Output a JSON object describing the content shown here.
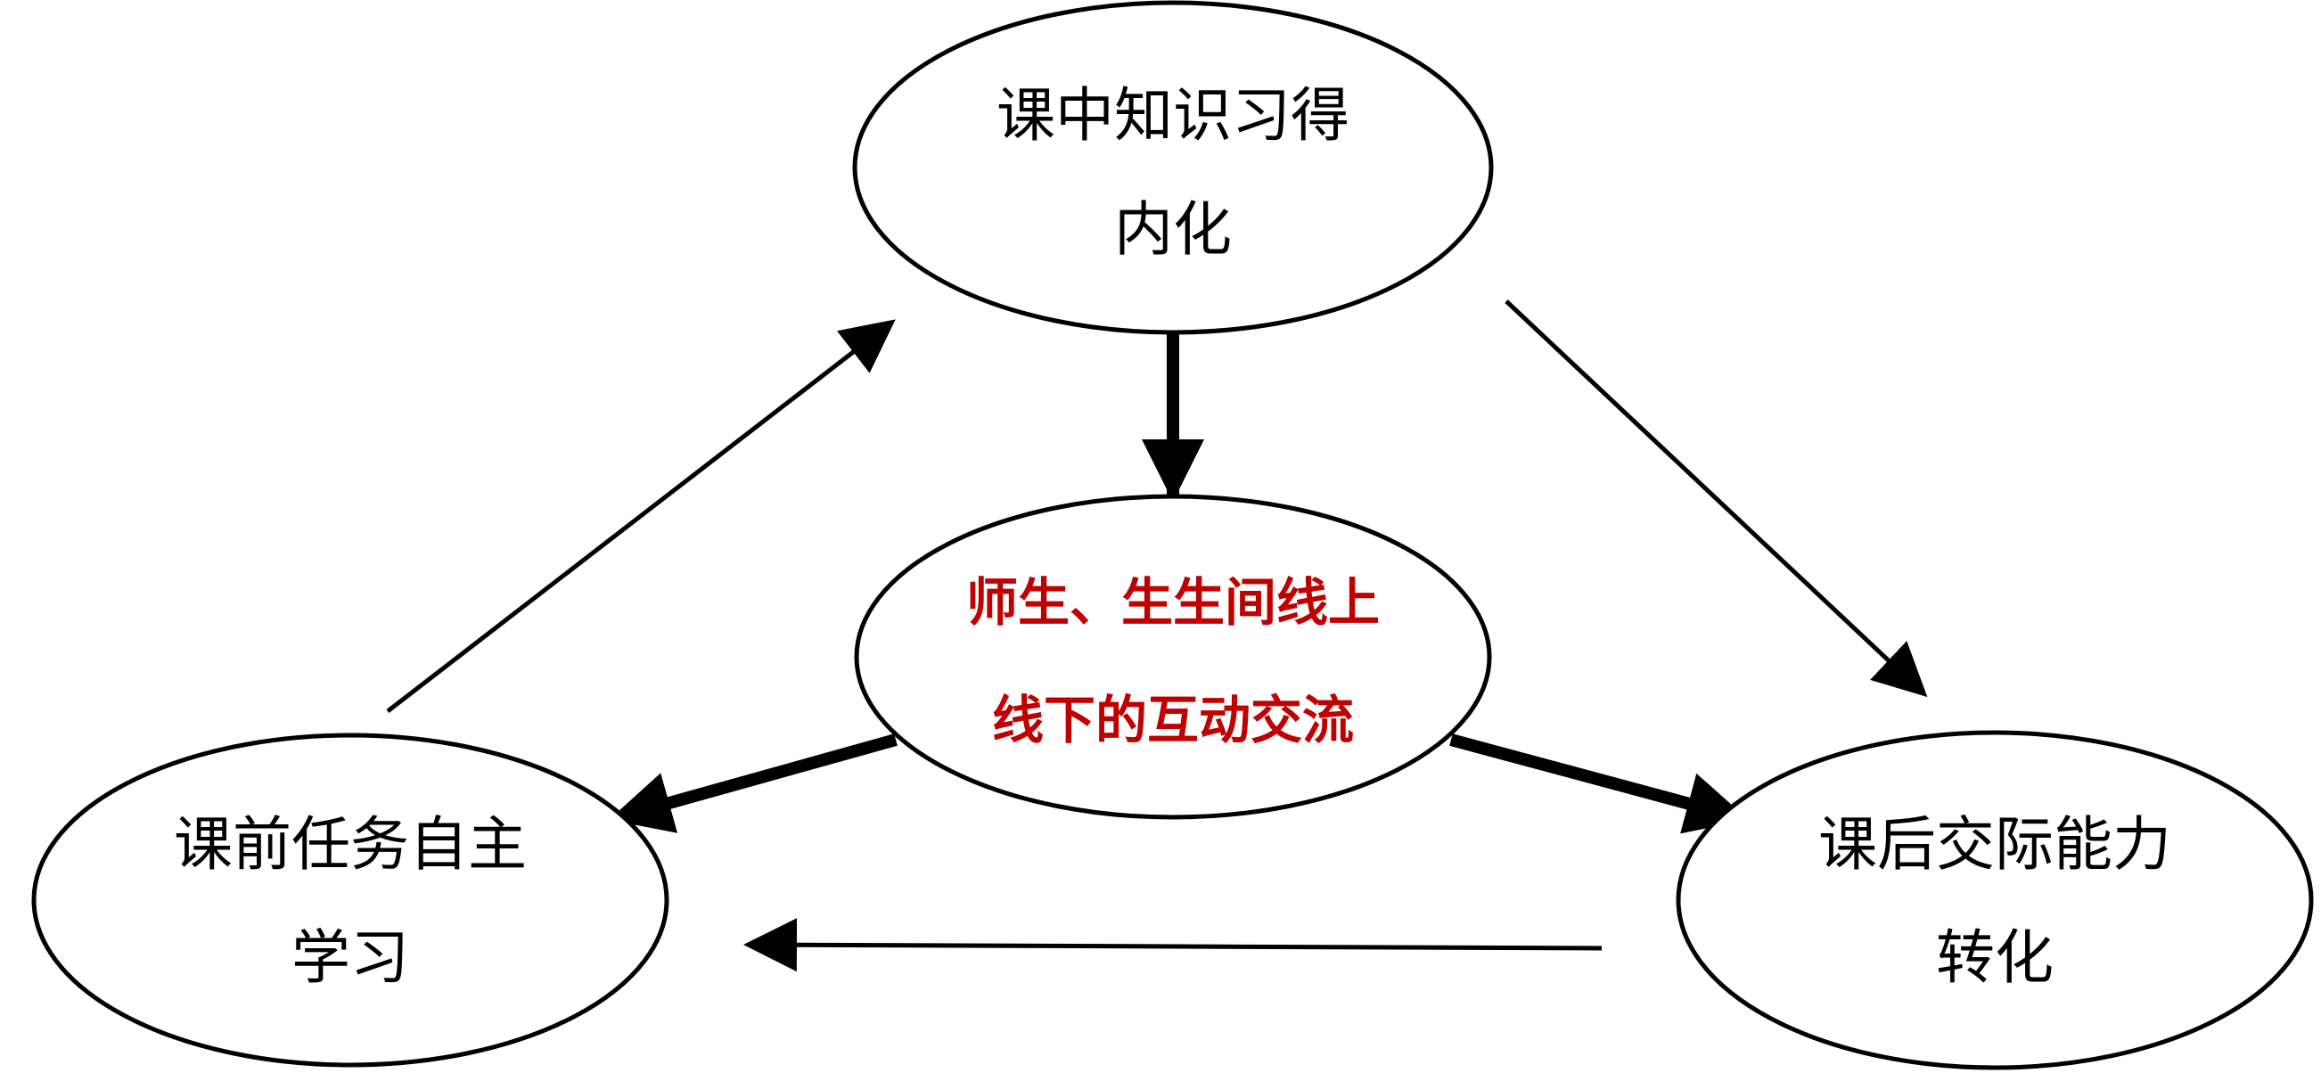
{
  "nodes": {
    "top": {
      "line1": "课中知识习得",
      "line2": "内化"
    },
    "left": {
      "line1": "课前任务自主",
      "line2": "学习"
    },
    "right": {
      "line1": "课后交际能力",
      "line2": "转化"
    },
    "center": {
      "line1": "师生、生生间线上",
      "line2": "线下的互动交流"
    }
  },
  "colors": {
    "center_text": "#c00000",
    "stroke": "#000000",
    "background": "#ffffff"
  }
}
